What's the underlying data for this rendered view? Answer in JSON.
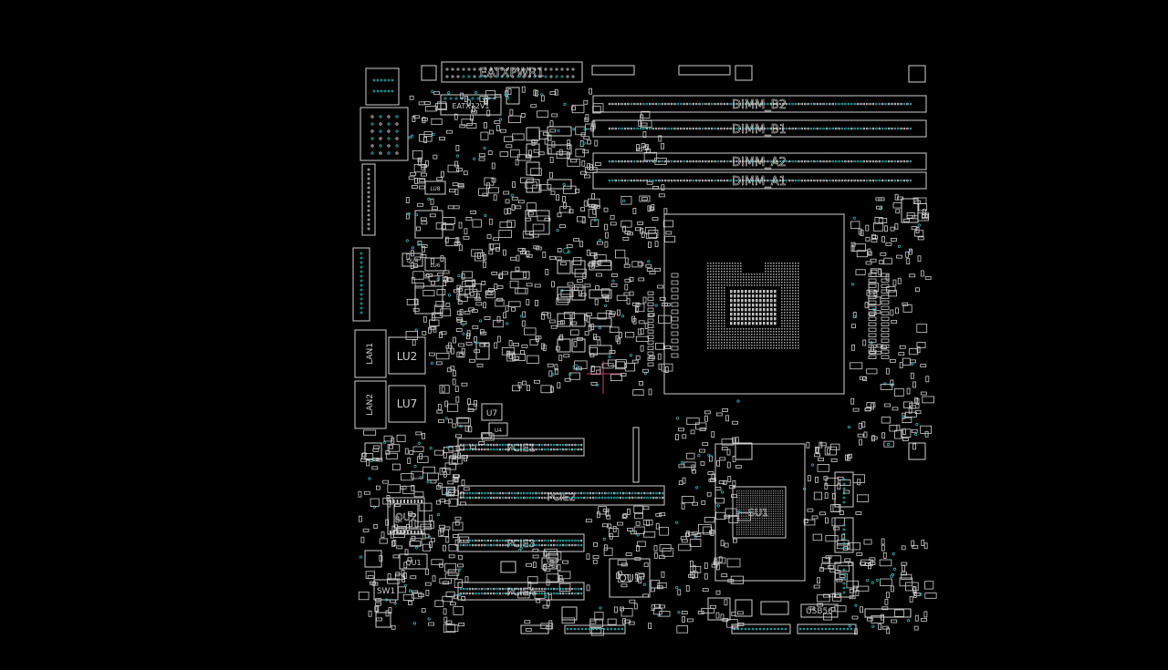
{
  "colors": {
    "background": "#000000",
    "outline": "#cfcfcf",
    "pad": "#2fb3b3",
    "cursor": "#b04a6a"
  },
  "labels": {
    "eatxpwr1": "EATXPWR1",
    "eatx12v1": "EATX12V1",
    "dimm_b2": "DIMM_B2",
    "dimm_b1": "DIMM_B1",
    "dimm_a2": "DIMM_A2",
    "dimm_a1": "DIMM_A1",
    "lu2": "LU2",
    "lu7": "LU7",
    "lan1": "LAN1",
    "lan2": "LAN2",
    "u7": "U7",
    "u4": "U4",
    "qu4": "QU4",
    "lu8": "LU8",
    "lu6": "LU6",
    "qu2": "QU2",
    "qu1": "QU1",
    "ou1": "OU1",
    "sw1": "SW1",
    "su1": "SU1",
    "usb56": "USB56",
    "pcie1": "PCIE1",
    "pcie2": "PCIE2",
    "pcie3": "PCIE3",
    "pcie4": "PCIE4"
  }
}
